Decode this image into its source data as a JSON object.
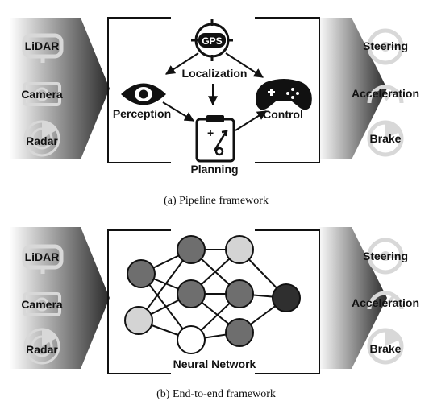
{
  "panel_a": {
    "inputs": [
      "LiDAR",
      "Camera",
      "Radar"
    ],
    "outputs": [
      "Steering",
      "Acceleration",
      "Brake"
    ],
    "gps_label": "GPS",
    "localization": "Localization",
    "perception": "Perception",
    "control": "Control",
    "planning": "Planning",
    "caption": "(a) Pipeline framework"
  },
  "panel_b": {
    "inputs": [
      "LiDAR",
      "Camera",
      "Radar"
    ],
    "outputs": [
      "Steering",
      "Acceleration",
      "Brake"
    ],
    "network_label": "Neural Network",
    "caption": "(b) End-to-end framework"
  },
  "colors": {
    "node_dark": "#2f2f2f",
    "node_medium": "#6e6e6e",
    "node_light": "#d4d4d4",
    "node_white": "#ffffff",
    "icon_faint": "#d8d8d8",
    "ink": "#111111"
  }
}
